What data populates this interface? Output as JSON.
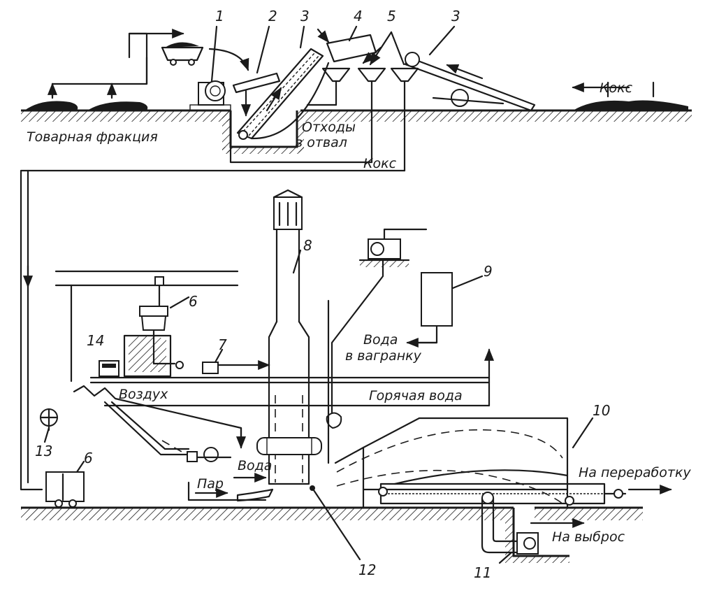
{
  "numbers": {
    "n1": "1",
    "n2": "2",
    "n3a": "3",
    "n4": "4",
    "n5": "5",
    "n3b": "3",
    "n8": "8",
    "n6a": "6",
    "n7": "7",
    "n9": "9",
    "n14": "14",
    "n13": "13",
    "n6b": "6",
    "n10": "10",
    "n11": "11",
    "n12": "12"
  },
  "labels": {
    "coke_top": "Кокс",
    "commercial_fraction": "Товарная фракция",
    "waste_line1": "Отходы",
    "waste_line2": "в отвал",
    "coke_return": "Кокс",
    "water_to_line1": "Вода",
    "water_to_line2": "в вагранку",
    "air": "Воздух",
    "hot_water": "Горячая вода",
    "water": "Вода",
    "steam": "Пар",
    "to_processing": "На переработку",
    "to_discharge": "На выброс"
  }
}
